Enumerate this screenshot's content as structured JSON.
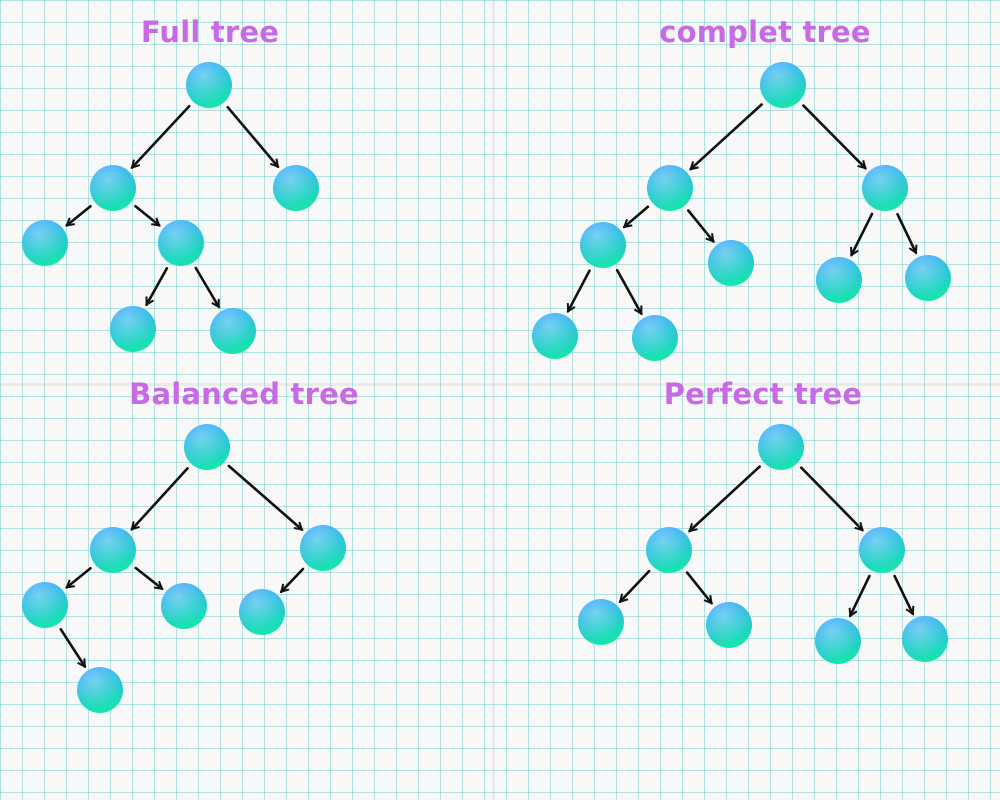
{
  "colors": {
    "title": "#c86ae8",
    "node_top": "#35a7ff",
    "node_bottom": "#16e8a8",
    "edge": "#111111"
  },
  "trees": [
    {
      "id": "full",
      "title": "Full tree",
      "nodes": [
        "root",
        "a",
        "b",
        "c",
        "d",
        "e",
        "f"
      ],
      "edges": [
        [
          "root",
          "a"
        ],
        [
          "root",
          "b"
        ],
        [
          "a",
          "c"
        ],
        [
          "a",
          "d"
        ],
        [
          "d",
          "e"
        ],
        [
          "d",
          "f"
        ]
      ]
    },
    {
      "id": "complete",
      "title": "complet tree",
      "nodes": [
        "root",
        "a",
        "b",
        "c",
        "d",
        "e",
        "f",
        "g",
        "h"
      ],
      "edges": [
        [
          "root",
          "a"
        ],
        [
          "root",
          "b"
        ],
        [
          "a",
          "c"
        ],
        [
          "a",
          "d"
        ],
        [
          "b",
          "e"
        ],
        [
          "b",
          "f"
        ],
        [
          "c",
          "g"
        ],
        [
          "c",
          "h"
        ]
      ]
    },
    {
      "id": "balanced",
      "title": "Balanced tree",
      "nodes": [
        "root",
        "a",
        "b",
        "c",
        "d",
        "e",
        "f"
      ],
      "edges": [
        [
          "root",
          "a"
        ],
        [
          "root",
          "b"
        ],
        [
          "a",
          "c"
        ],
        [
          "a",
          "d"
        ],
        [
          "b",
          "e"
        ],
        [
          "c",
          "f"
        ]
      ]
    },
    {
      "id": "perfect",
      "title": "Perfect tree",
      "nodes": [
        "root",
        "a",
        "b",
        "c",
        "d",
        "e",
        "f"
      ],
      "edges": [
        [
          "root",
          "a"
        ],
        [
          "root",
          "b"
        ],
        [
          "a",
          "c"
        ],
        [
          "a",
          "d"
        ],
        [
          "b",
          "e"
        ],
        [
          "b",
          "f"
        ]
      ]
    }
  ]
}
